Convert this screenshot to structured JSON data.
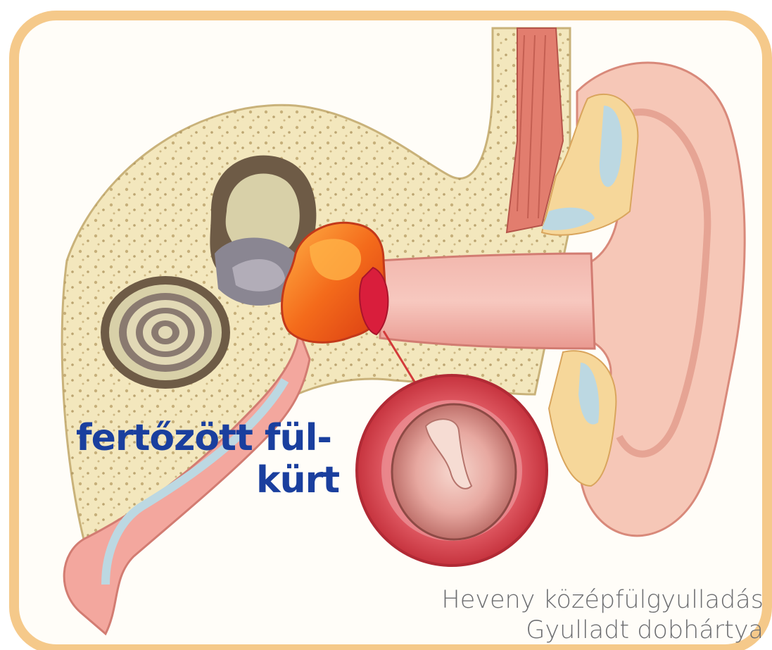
{
  "labels": {
    "tube_line1": "fertőzött fül-",
    "tube_line2": "kürt"
  },
  "caption": {
    "line1": "Heveny középfülgyulladás",
    "line2": "Gyulladt dobhártya"
  },
  "colors": {
    "frame": "#f5c98a",
    "bone": "#f3e7bd",
    "bone_dots": "#b79c63",
    "canal": "#f2a8a2",
    "infection": "#f05a1a",
    "eardrum": "#d91e3c",
    "label": "#1a3f9e",
    "caption": "#6d6e71"
  }
}
